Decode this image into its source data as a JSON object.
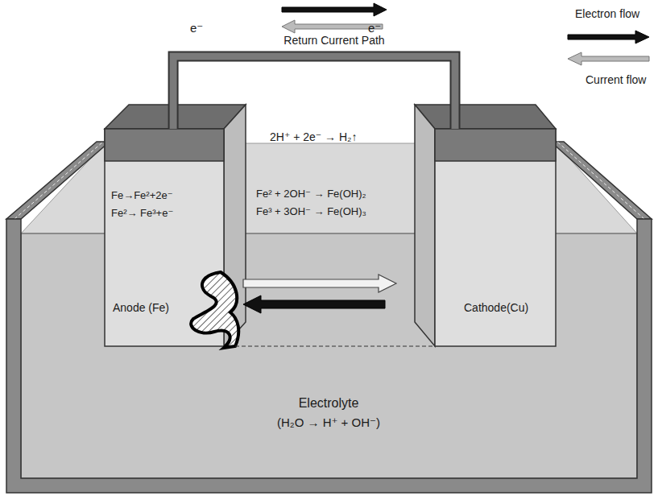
{
  "diagram": {
    "nodes": [
      {
        "text": [
          "Electrolyte",
          "(H₂O → H⁺ + OH⁻)"
        ]
      },
      {
        "text": [
          "Fe→Fe²+2e⁻",
          "Fe²→ Fe³+e⁻",
          "Anode (Fe)"
        ],
        "in": 0
      },
      {
        "text": [
          "Cathode(Cu)"
        ],
        "in": 0
      }
    ],
    "edges": [
      {
        "from": 1,
        "to": 2,
        "arrow": "none"
      }
    ],
    "labels": [
      "e⁻",
      "Return Current Path",
      "e⁻",
      "2H⁺ + 2e⁻ → H₂↑",
      "Fe² + 2OH⁻ → Fe(OH)₂",
      "Fe³ + 3OH⁻ → Fe(OH)₃"
    ],
    "legend": [
      {
        "text": "Electron flow"
      },
      {
        "text": "Current flow"
      }
    ]
  }
}
